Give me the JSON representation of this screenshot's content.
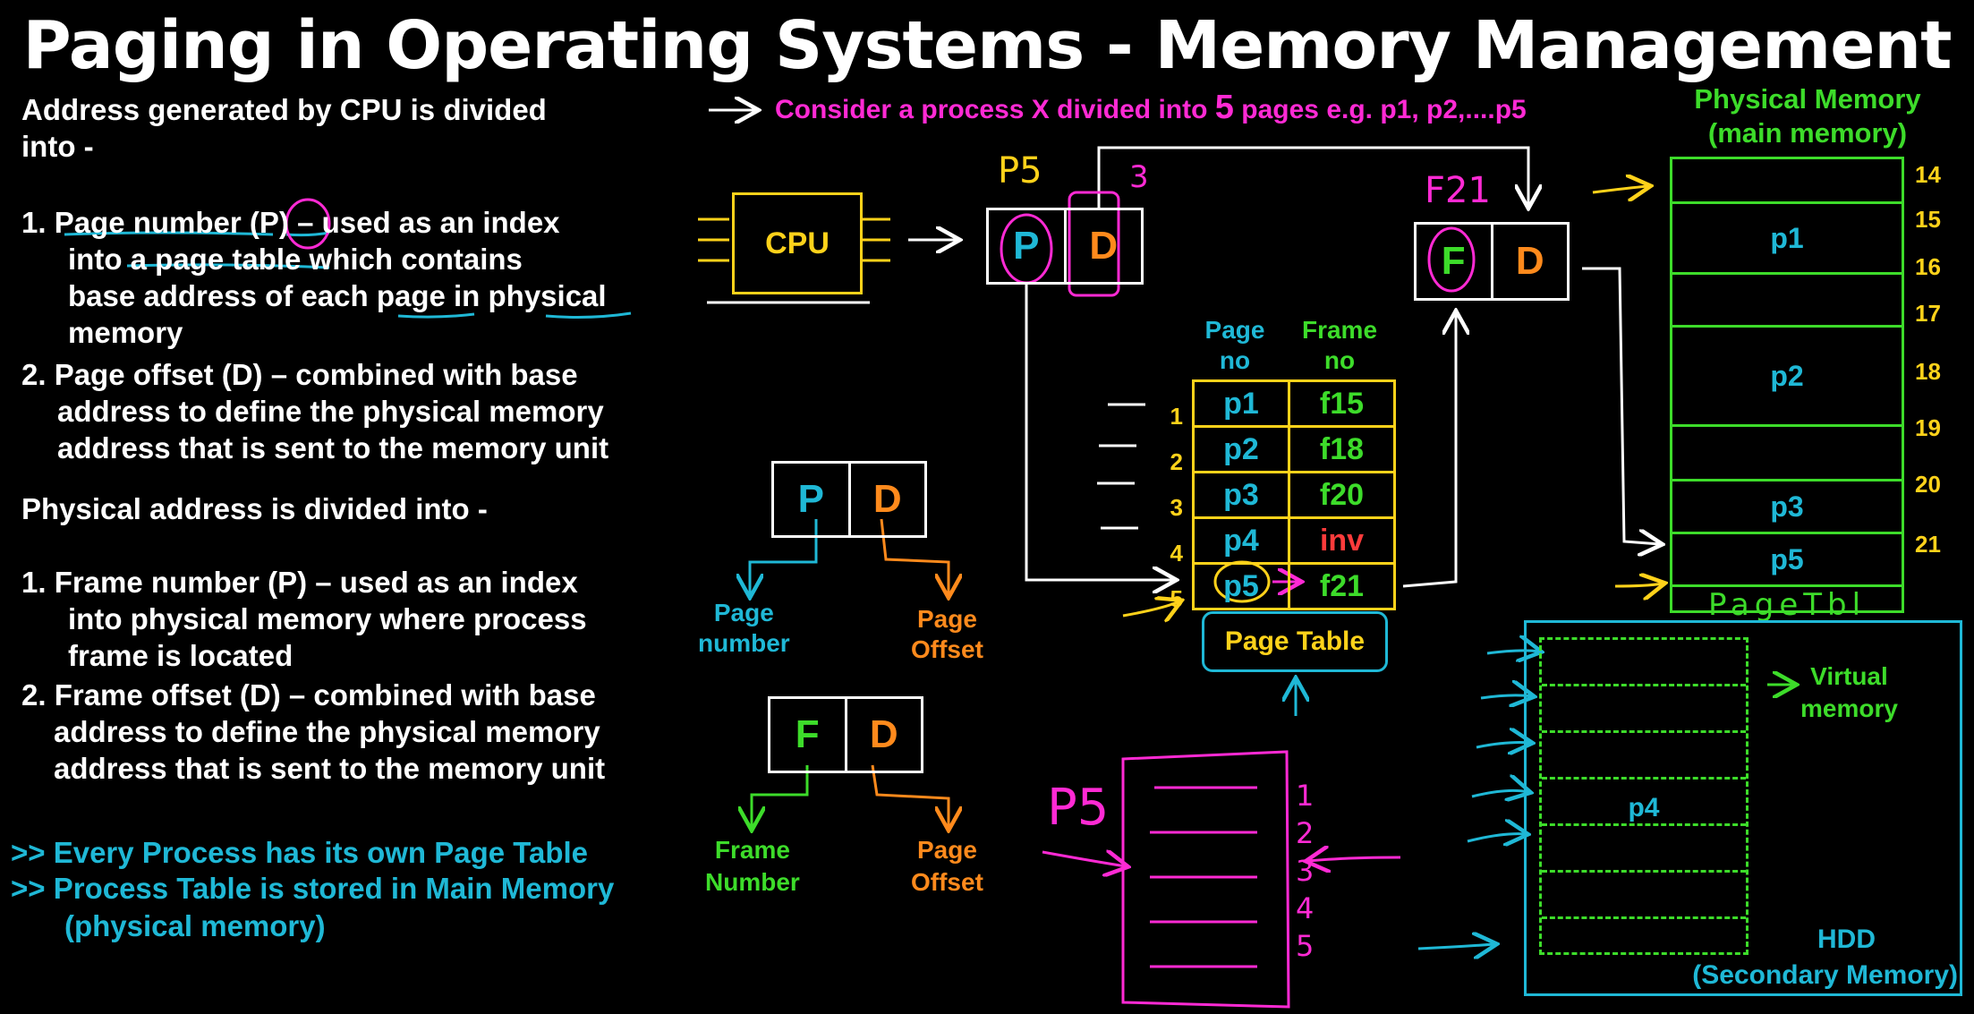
{
  "title": "Paging in Operating Systems - Memory Management",
  "left": {
    "intro1": [
      "Address generated by CPU is divided",
      "into -"
    ],
    "item1": [
      "1. Page number (P) – used as an index",
      "into a page table which contains",
      "base address of each page in physical",
      "memory"
    ],
    "item2": [
      "2. Page offset (D) – combined with base",
      "address to define the physical memory",
      "address that is sent to the memory unit"
    ],
    "intro2": "Physical address is divided  into -",
    "item3": [
      "1. Frame number (P) – used as an index",
      "into physical memory where process",
      "frame is located"
    ],
    "item4": [
      "2. Frame offset (D) – combined with base",
      "address to define the physical memory",
      "address that is sent to the memory unit"
    ],
    "note1": ">> Every Process has its own Page Table",
    "note2": ">> Process Table is stored in Main Memory",
    "note3": "(physical memory)"
  },
  "consider": {
    "arrow": "→",
    "part1": "Consider a process X divided into",
    "num": "5",
    "part2": "pages  e.g. p1, p2,....p5"
  },
  "cpu": {
    "label": "CPU"
  },
  "logical_address": {
    "p": "P",
    "d": "D",
    "hand_p5": "P5",
    "hand_3": "3"
  },
  "physical_address": {
    "f": "F",
    "d": "D",
    "hand_f21": "F21"
  },
  "pd_box": {
    "p": "P",
    "d": "D",
    "p_label": [
      "Page",
      "number"
    ],
    "d_label": [
      "Page",
      "Offset"
    ]
  },
  "fd_box": {
    "f": "F",
    "d": "D",
    "f_label": [
      "Frame",
      "Number"
    ],
    "d_label": [
      "Page",
      "Offset"
    ]
  },
  "page_table": {
    "header_page": [
      "Page",
      "no"
    ],
    "header_frame": [
      "Frame",
      "no"
    ],
    "rows": [
      {
        "idx": "1",
        "page": "p1",
        "frame": "f15"
      },
      {
        "idx": "2",
        "page": "p2",
        "frame": "f18"
      },
      {
        "idx": "3",
        "page": "p3",
        "frame": "f20"
      },
      {
        "idx": "4",
        "page": "p4",
        "frame": "inv"
      },
      {
        "idx": "5",
        "page": "p5",
        "frame": "f21"
      }
    ],
    "caption": "Page Table"
  },
  "physical_memory": {
    "title": [
      "Physical Memory",
      "(main memory)"
    ],
    "frame_numbers": [
      "14",
      "15",
      "16",
      "17",
      "18",
      "19",
      "20",
      "21"
    ],
    "pages": {
      "p1": "p1",
      "p2": "p2",
      "p3": "p3",
      "p5": "p5"
    },
    "bottom_hand": "PageTbl"
  },
  "hdd": {
    "virtual_label": [
      "Virtual",
      "memory"
    ],
    "page": "p4",
    "label": [
      "HDD",
      "(Secondary Memory)"
    ]
  },
  "process_p5": {
    "hand_label": "P5",
    "numbers": [
      "1",
      "2",
      "3",
      "4",
      "5"
    ]
  },
  "colors": {
    "cyan": "#1fb8d6",
    "magenta": "#ff2ad4",
    "green": "#3ddc2a",
    "orange": "#ff8a1c",
    "yellow": "#ffd21a",
    "red": "#ff3b3b"
  }
}
